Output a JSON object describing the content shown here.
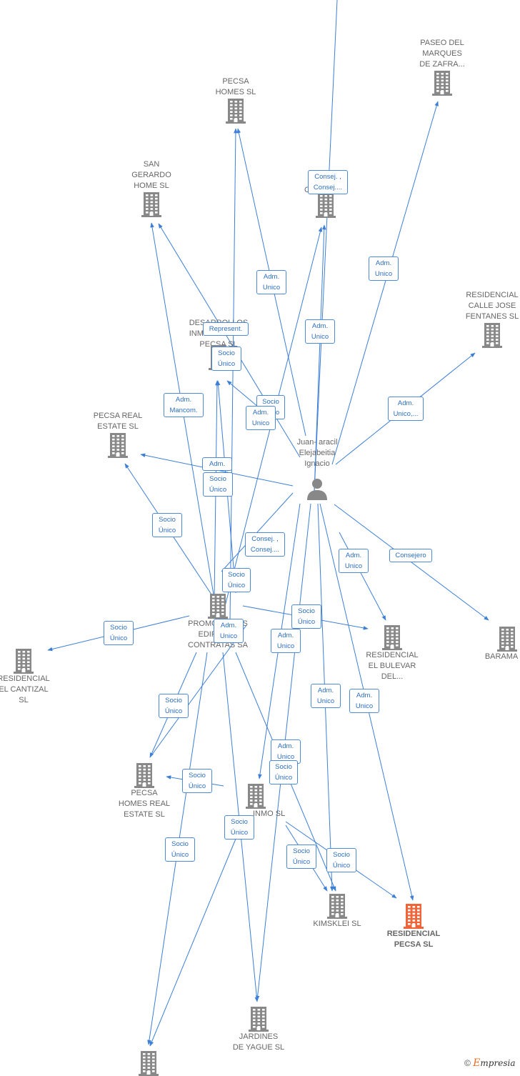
{
  "colors": {
    "edge": "#3d7fd6",
    "company_icon": "#888888",
    "highlight_icon": "#f0643a",
    "person_icon": "#888888",
    "label_text": "#666666",
    "edge_label_text": "#2d6fbf",
    "edge_label_border": "#4a8ad6"
  },
  "person": {
    "label": "Juan- aracil\nElejabeitia\nIgnacio",
    "icon": "person-icon"
  },
  "companies": [
    {
      "id": "paseo",
      "label": "PASEO DEL\nMARQUES\nDE ZAFRA..."
    },
    {
      "id": "pecsa_homes",
      "label": "PECSA\nHOMES SL"
    },
    {
      "id": "san_gerardo",
      "label": "SAN\nGERARDO\nHOME SL"
    },
    {
      "id": "top_c",
      "label": "C"
    },
    {
      "id": "res_calle",
      "label": "RESIDENCIAL\nCALLE JOSE\nFENTANES SL"
    },
    {
      "id": "desarrollos",
      "label": "DESARROLLOS\nINMOBILIARIOS\nPECSA SL"
    },
    {
      "id": "pecsa_real",
      "label": "PECSA REAL\nESTATE SL"
    },
    {
      "id": "promo",
      "label": "PROMOCIONES\nEDIFICIOS\nCONTRATAS SA"
    },
    {
      "id": "res_bulevar",
      "label": "RESIDENCIAL\nEL BULEVAR\nDEL..."
    },
    {
      "id": "barama",
      "label": "BARAMA SL"
    },
    {
      "id": "res_cantizal",
      "label": "RESIDENCIAL\nEL CANTIZAL\nSL"
    },
    {
      "id": "pecsa_homes_real",
      "label": "PECSA\nHOMES REAL\nESTATE SL"
    },
    {
      "id": "inmo",
      "label": "INMO SL"
    },
    {
      "id": "kimsklei",
      "label": "KIMSKLEI SL"
    },
    {
      "id": "res_pecsa",
      "label": "RESIDENCIAL\nPECSA SL",
      "highlight": true
    },
    {
      "id": "jardines",
      "label": "JARDINES\nDE YAGUE SL"
    },
    {
      "id": "bottom",
      "label": ""
    }
  ],
  "edge_labels": [
    "Consej. ,\nConsej....",
    "Adm.\nUnico",
    "Adm.\nUnico",
    "Adm.\nUnico",
    "Represent.",
    "Socio\nÚnico",
    "Adm.\nUnico,...",
    "Adm.\nMancom.",
    "Socio\nÚnico",
    "Adm.\nUnico",
    "Adm.",
    "Socio\nÚnico",
    "Socio\nÚnico",
    "Consej. ,\nConsej....",
    "Socio\nÚnico",
    "Adm.\nUnico",
    "Consejero",
    "Socio\nÚnico",
    "Socio\nÚnico",
    "Adm.\nUnico",
    "Adm.\nUnico",
    "Socio\nÚnico",
    "Adm.\nUnico",
    "Adm.\nUnico",
    "Adm.\nUnico",
    "Socio\nÚnico",
    "Socio\nÚnico",
    "Socio\nÚnico",
    "Socio\nÚnico",
    "Socio\nÚnico",
    "Socio\nÚnico"
  ],
  "brand": {
    "copyright": "©",
    "name_first": "E",
    "name_rest": "mpresia"
  }
}
